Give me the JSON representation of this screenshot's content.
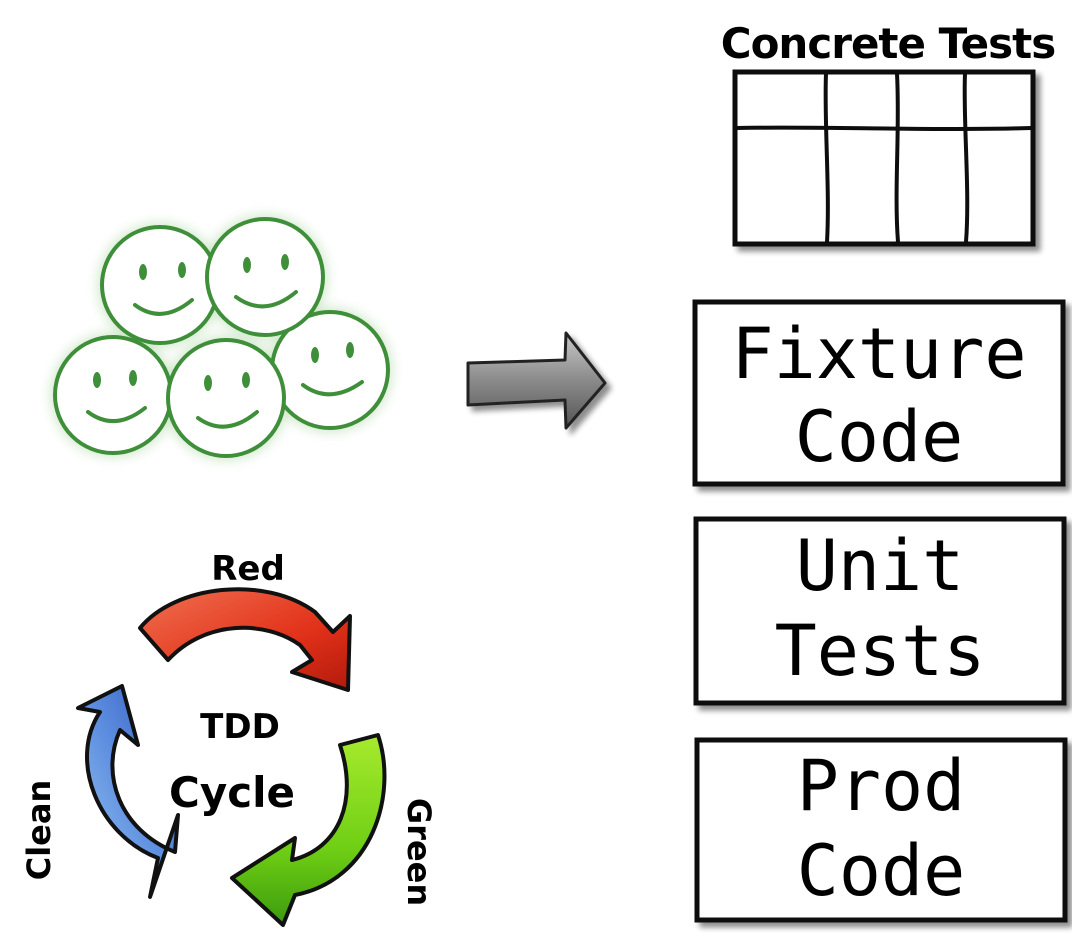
{
  "stack": {
    "header": "Concrete Tests",
    "boxes": [
      {
        "line1": "Fixture",
        "line2": "Code"
      },
      {
        "line1": "Unit",
        "line2": "Tests"
      },
      {
        "line1": "Prod",
        "line2": "Code"
      }
    ]
  },
  "cycle": {
    "center_line1": "TDD",
    "center_line2": "Cycle",
    "red": "Red",
    "green": "Green",
    "clean": "Clean"
  },
  "colors": {
    "face_stroke": "#3f8f3a",
    "face_glow": "#b6dcae",
    "arrow_gray": "#8a8a8a",
    "red_arrow": "#e2321a",
    "green_arrow": "#6fcf14",
    "blue_arrow": "#3f6fd4"
  },
  "icons": {
    "people": "smiley-face-icon",
    "transform": "right-arrow-icon"
  }
}
